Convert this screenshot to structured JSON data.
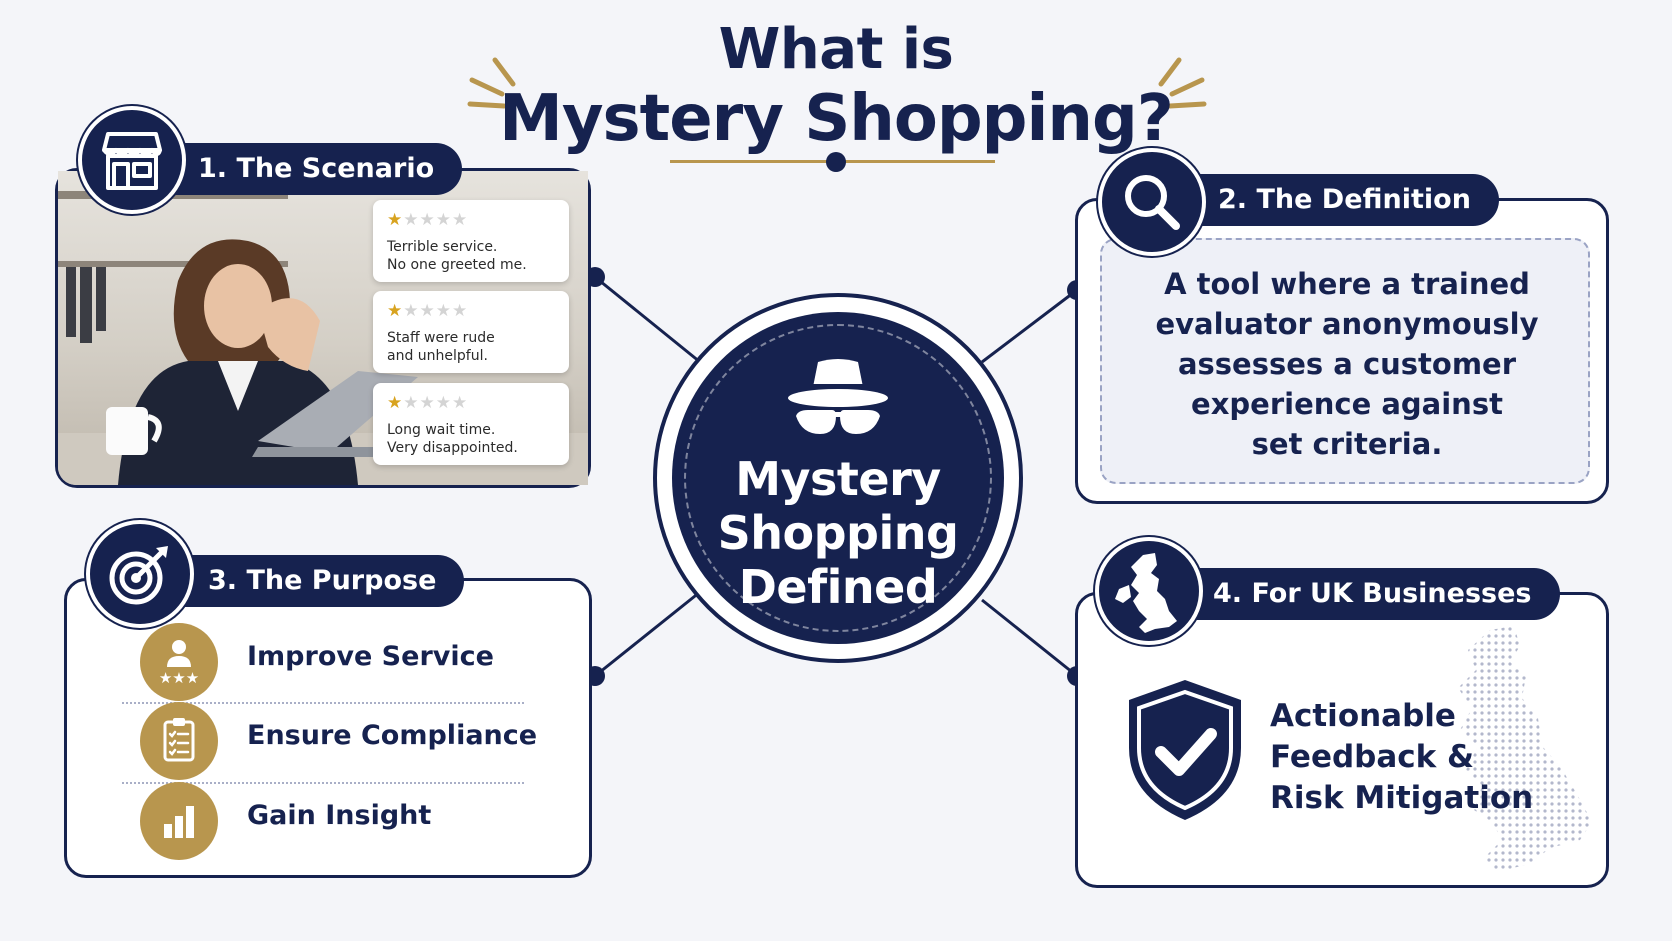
{
  "title": {
    "line1": "What is",
    "line2": "Mystery Shopping?"
  },
  "center": {
    "icon": "spy-hat-glasses-icon",
    "line1": "Mystery",
    "line2": "Shopping",
    "line3": "Defined"
  },
  "scenario": {
    "label": "1. The Scenario",
    "icon": "storefront-icon",
    "reviews": [
      {
        "rating": 1,
        "max": 5,
        "line1": "Terrible service.",
        "line2": "No one greeted me."
      },
      {
        "rating": 1,
        "max": 5,
        "line1": "Staff were rude",
        "line2": "and unhelpful."
      },
      {
        "rating": 1,
        "max": 5,
        "line1": "Long wait time.",
        "line2": "Very disappointed."
      }
    ]
  },
  "definition": {
    "label": "2. The Definition",
    "icon": "magnifier-icon",
    "lines": [
      "A tool where a trained",
      "evaluator anonymously",
      "assesses a customer",
      "experience against",
      "set criteria."
    ]
  },
  "purpose": {
    "label": "3. The Purpose",
    "icon": "target-icon",
    "items": [
      {
        "label": "Improve Service",
        "icon": "person-stars-icon"
      },
      {
        "label": "Ensure Compliance",
        "icon": "clipboard-checklist-icon"
      },
      {
        "label": "Gain Insight",
        "icon": "bar-chart-icon"
      }
    ]
  },
  "uk": {
    "label": "4. For UK Businesses",
    "icon": "uk-map-icon",
    "shield_icon": "shield-check-icon",
    "lines": [
      "Actionable",
      "Feedback &",
      "Risk Mitigation"
    ]
  },
  "colors": {
    "navy": "#16224f",
    "gold": "#b8964e",
    "background": "#f4f5f9",
    "star": "#d8a31f"
  }
}
